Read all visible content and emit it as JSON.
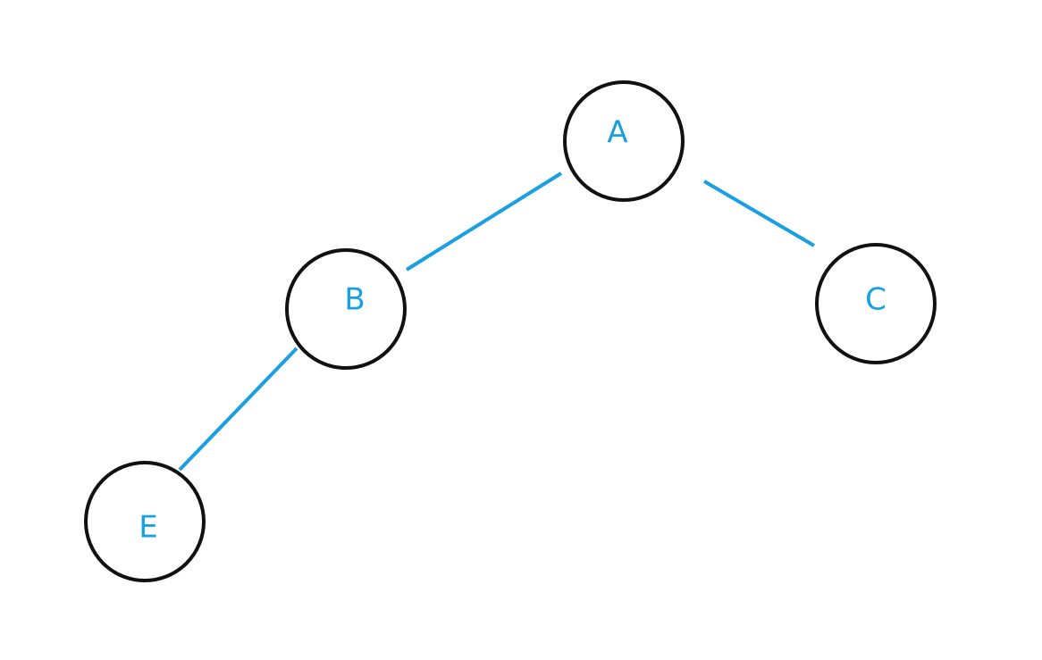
{
  "colors": {
    "edge": "#1aa0e0",
    "node_outline": "#111111",
    "label": "#1aa0e0",
    "background": "#ffffff"
  },
  "nodes": [
    {
      "id": "A",
      "label": "A"
    },
    {
      "id": "B",
      "label": "B"
    },
    {
      "id": "C",
      "label": "C"
    },
    {
      "id": "E",
      "label": "E"
    }
  ],
  "edges": [
    {
      "from": "A",
      "to": "B"
    },
    {
      "from": "A",
      "to": "C"
    },
    {
      "from": "B",
      "to": "E"
    }
  ]
}
